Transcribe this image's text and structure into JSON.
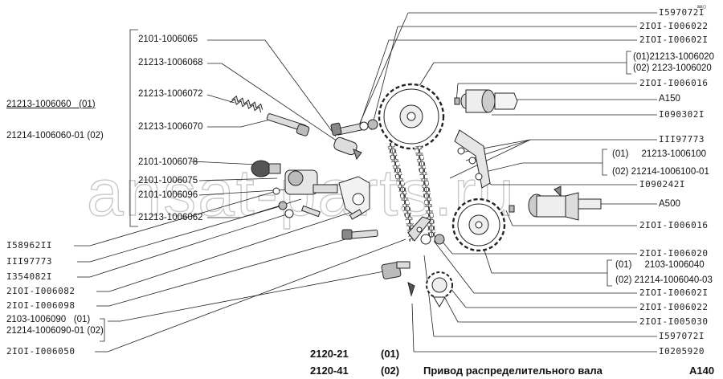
{
  "left_labels": {
    "p01": "2101-1006065",
    "p02": "21213-1006068",
    "p03": "21213-1006072",
    "p04": "21213-1006070",
    "p05": "2101-1006078",
    "p06": "2101-1006075",
    "p07": "2101-1006096",
    "p08": "21213-1006062",
    "asm1": "21213-1006060",
    "asm1_var": "(01)",
    "asm2": "21214-1006060-01 (02)",
    "b01": "I58962II",
    "b02": "III97773",
    "b03": "I354082I",
    "b04": "2IOI-I006082",
    "b05": "2IOI-I006098",
    "b06": "2103-1006090",
    "b06_var": "(01)",
    "b07": "21214-1006090-01 (02)",
    "b08": "2IOI-I006050"
  },
  "right_labels": {
    "r01": "I597072I",
    "r02": "2IOI-I006022",
    "r03": "2IOI-I00602I",
    "r04": "(01)21213-1006020",
    "r05": "(02) 2123-1006020",
    "r06": "2IOI-I006016",
    "r07": "A150",
    "r08": "I090302I",
    "r09": "III97773",
    "r10_var": "(01)",
    "r10": "21213-1006100",
    "r11": "(02) 21214-1006100-01",
    "r12": "I090242I",
    "r13": "A500",
    "r14": "2IOI-I006016",
    "r15": "2IOI-I006020",
    "r16_var": "(01)",
    "r16": "2103-1006040",
    "r17": "(02) 21214-1006040-03",
    "r18": "2IOI-I00602I",
    "r19": "2IOI-I006022",
    "r20": "2IOI-I005030",
    "r21": "I597072I",
    "r22": "I0205920"
  },
  "footer": {
    "model1": "2120-21",
    "model1_code": "(01)",
    "model2": "2120-41",
    "model2_code": "(02)",
    "title": "Привод  распределительного вала",
    "page_code": "A140"
  },
  "watermark": "ansat-parts.ru",
  "corner_mark": "═○"
}
